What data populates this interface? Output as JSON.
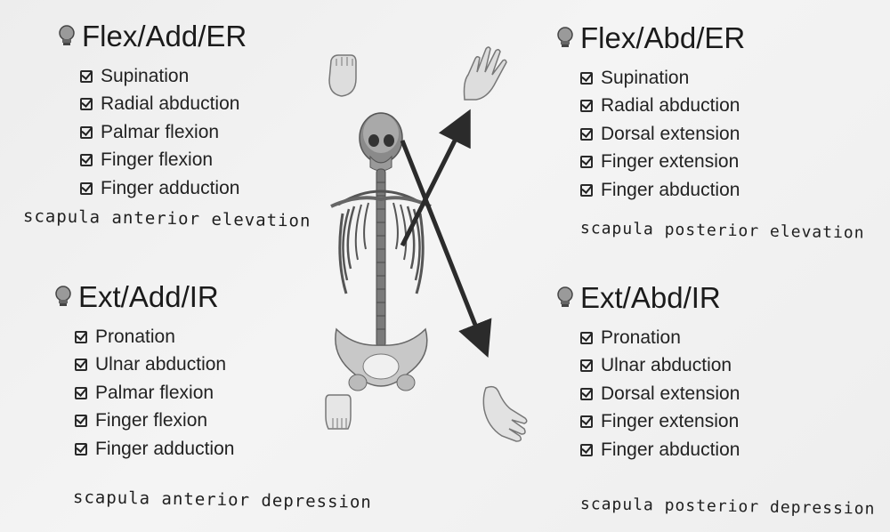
{
  "quadrants": {
    "top_left": {
      "title": "Flex/Add/ER",
      "items": [
        "Supination",
        "Radial abduction",
        "Palmar flexion",
        "Finger flexion",
        "Finger adduction"
      ],
      "note": "scapula anterior elevation"
    },
    "top_right": {
      "title": "Flex/Abd/ER",
      "items": [
        "Supination",
        "Radial abduction",
        "Dorsal extension",
        "Finger extension",
        "Finger abduction"
      ],
      "note": "scapula posterior elevation"
    },
    "bottom_left": {
      "title": "Ext/Add/IR",
      "items": [
        "Pronation",
        "Ulnar abduction",
        "Palmar flexion",
        "Finger flexion",
        "Finger adduction"
      ],
      "note": "scapula anterior depression"
    },
    "bottom_right": {
      "title": "Ext/Abd/IR",
      "items": [
        "Pronation",
        "Ulnar abduction",
        "Dorsal extension",
        "Finger extension",
        "Finger abduction"
      ],
      "note": "scapula posterior depression"
    }
  },
  "icons": {
    "title_icon": "lightbulb-icon",
    "item_icon": "checkbox-icon",
    "figure": "skeleton-figure",
    "arrows": [
      "diagonal-arrow-up-right-icon",
      "diagonal-arrow-down-right-icon"
    ],
    "hands": [
      "fist-hand-icon",
      "open-hand-icon",
      "flat-hand-icon",
      "relaxed-hand-icon"
    ]
  },
  "colors": {
    "background": "#f2f2f2",
    "text": "#1b1b1b",
    "arrow": "#2b2b2b"
  }
}
